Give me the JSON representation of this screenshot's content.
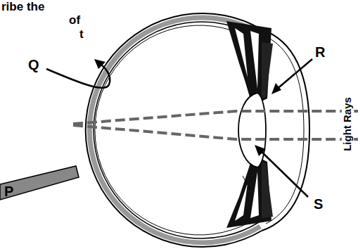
{
  "diagram": {
    "labels": [
      "ribe the",
      "of",
      "t",
      "Q",
      "R",
      "S",
      "P",
      "Light Rays"
    ]
  }
}
